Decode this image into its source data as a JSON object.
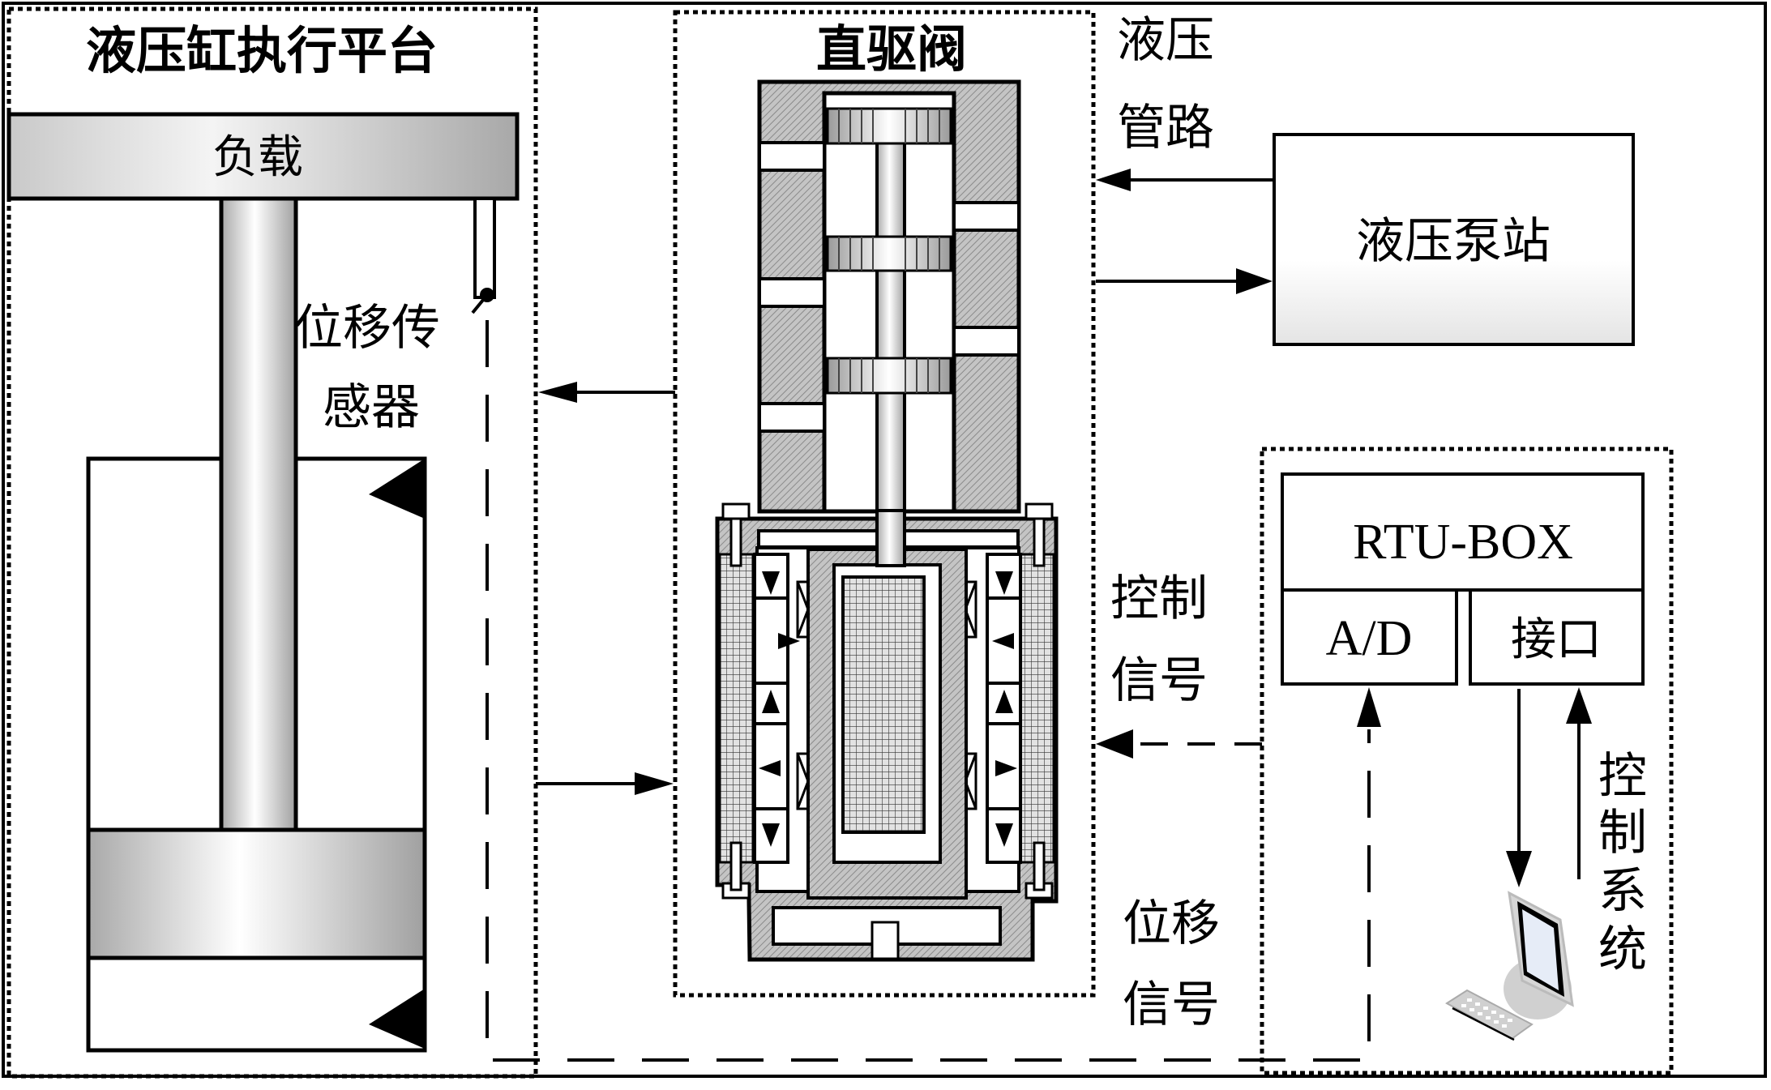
{
  "diagram": {
    "subsystems": {
      "cylinder_platform": {
        "title": "液压缸执行平台",
        "load_label": "负载",
        "sensor_label_line1": "位移传",
        "sensor_label_line2": "感器"
      },
      "valve": {
        "title": "直驱阀"
      },
      "pump_station": {
        "label": "液压泵站"
      },
      "rtu": {
        "label": "RTU-BOX",
        "adc_label": "A/D",
        "interface_label": "接口"
      }
    },
    "connection_labels": {
      "hydraulic_line_1": "液压",
      "hydraulic_line_2": "管路",
      "control_signal_1": "控制",
      "control_signal_2": "信号",
      "displacement_signal_1": "位移",
      "displacement_signal_2": "信号",
      "control_system": [
        "控",
        "制",
        "系",
        "统"
      ]
    },
    "colors": {
      "line": "#000000",
      "hatch_fill": "#b8b8b8",
      "background": "#ffffff"
    }
  }
}
